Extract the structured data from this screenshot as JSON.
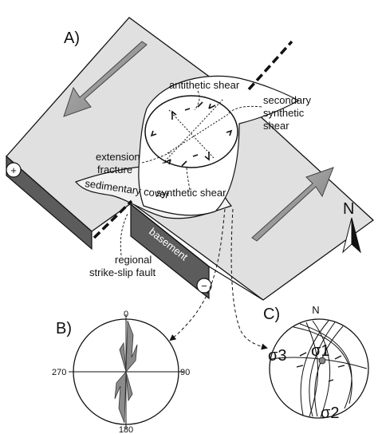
{
  "panels": {
    "a": {
      "letter": "A)"
    },
    "b": {
      "letter": "B)"
    },
    "c": {
      "letter": "C)"
    }
  },
  "block_diagram": {
    "labels": {
      "antithetic_shear": "antithetic shear",
      "secondary_synthetic_shear_line1": "secondary",
      "secondary_synthetic_shear_line2": "synthetic",
      "secondary_synthetic_shear_line3": "shear",
      "extension_fracture_line1": "extension",
      "extension_fracture_line2": "fracture",
      "sedimentary_cover": "sedimentary cover",
      "synthetic_shear": "synthetic shear",
      "basement": "basement",
      "regional_fault_line1": "regional",
      "regional_fault_line2": "strike-slip fault"
    },
    "symbols": {
      "plus": "+",
      "minus": "−"
    }
  },
  "north_arrow": {
    "label": "N"
  },
  "rose_diagram": {
    "tick_labels": {
      "top": "0",
      "right": "90",
      "bottom": "180",
      "left": "270"
    }
  },
  "stereonet": {
    "north_label": "N",
    "sigma3": "σ3",
    "sigma1": "σ1",
    "sigma2": "σ2"
  },
  "colors": {
    "block_top": "#e1e1e1",
    "block_side": "#5e5e5e",
    "rose_fill": "#8a8a8a",
    "arrow_fill": "#9a9a9a"
  }
}
